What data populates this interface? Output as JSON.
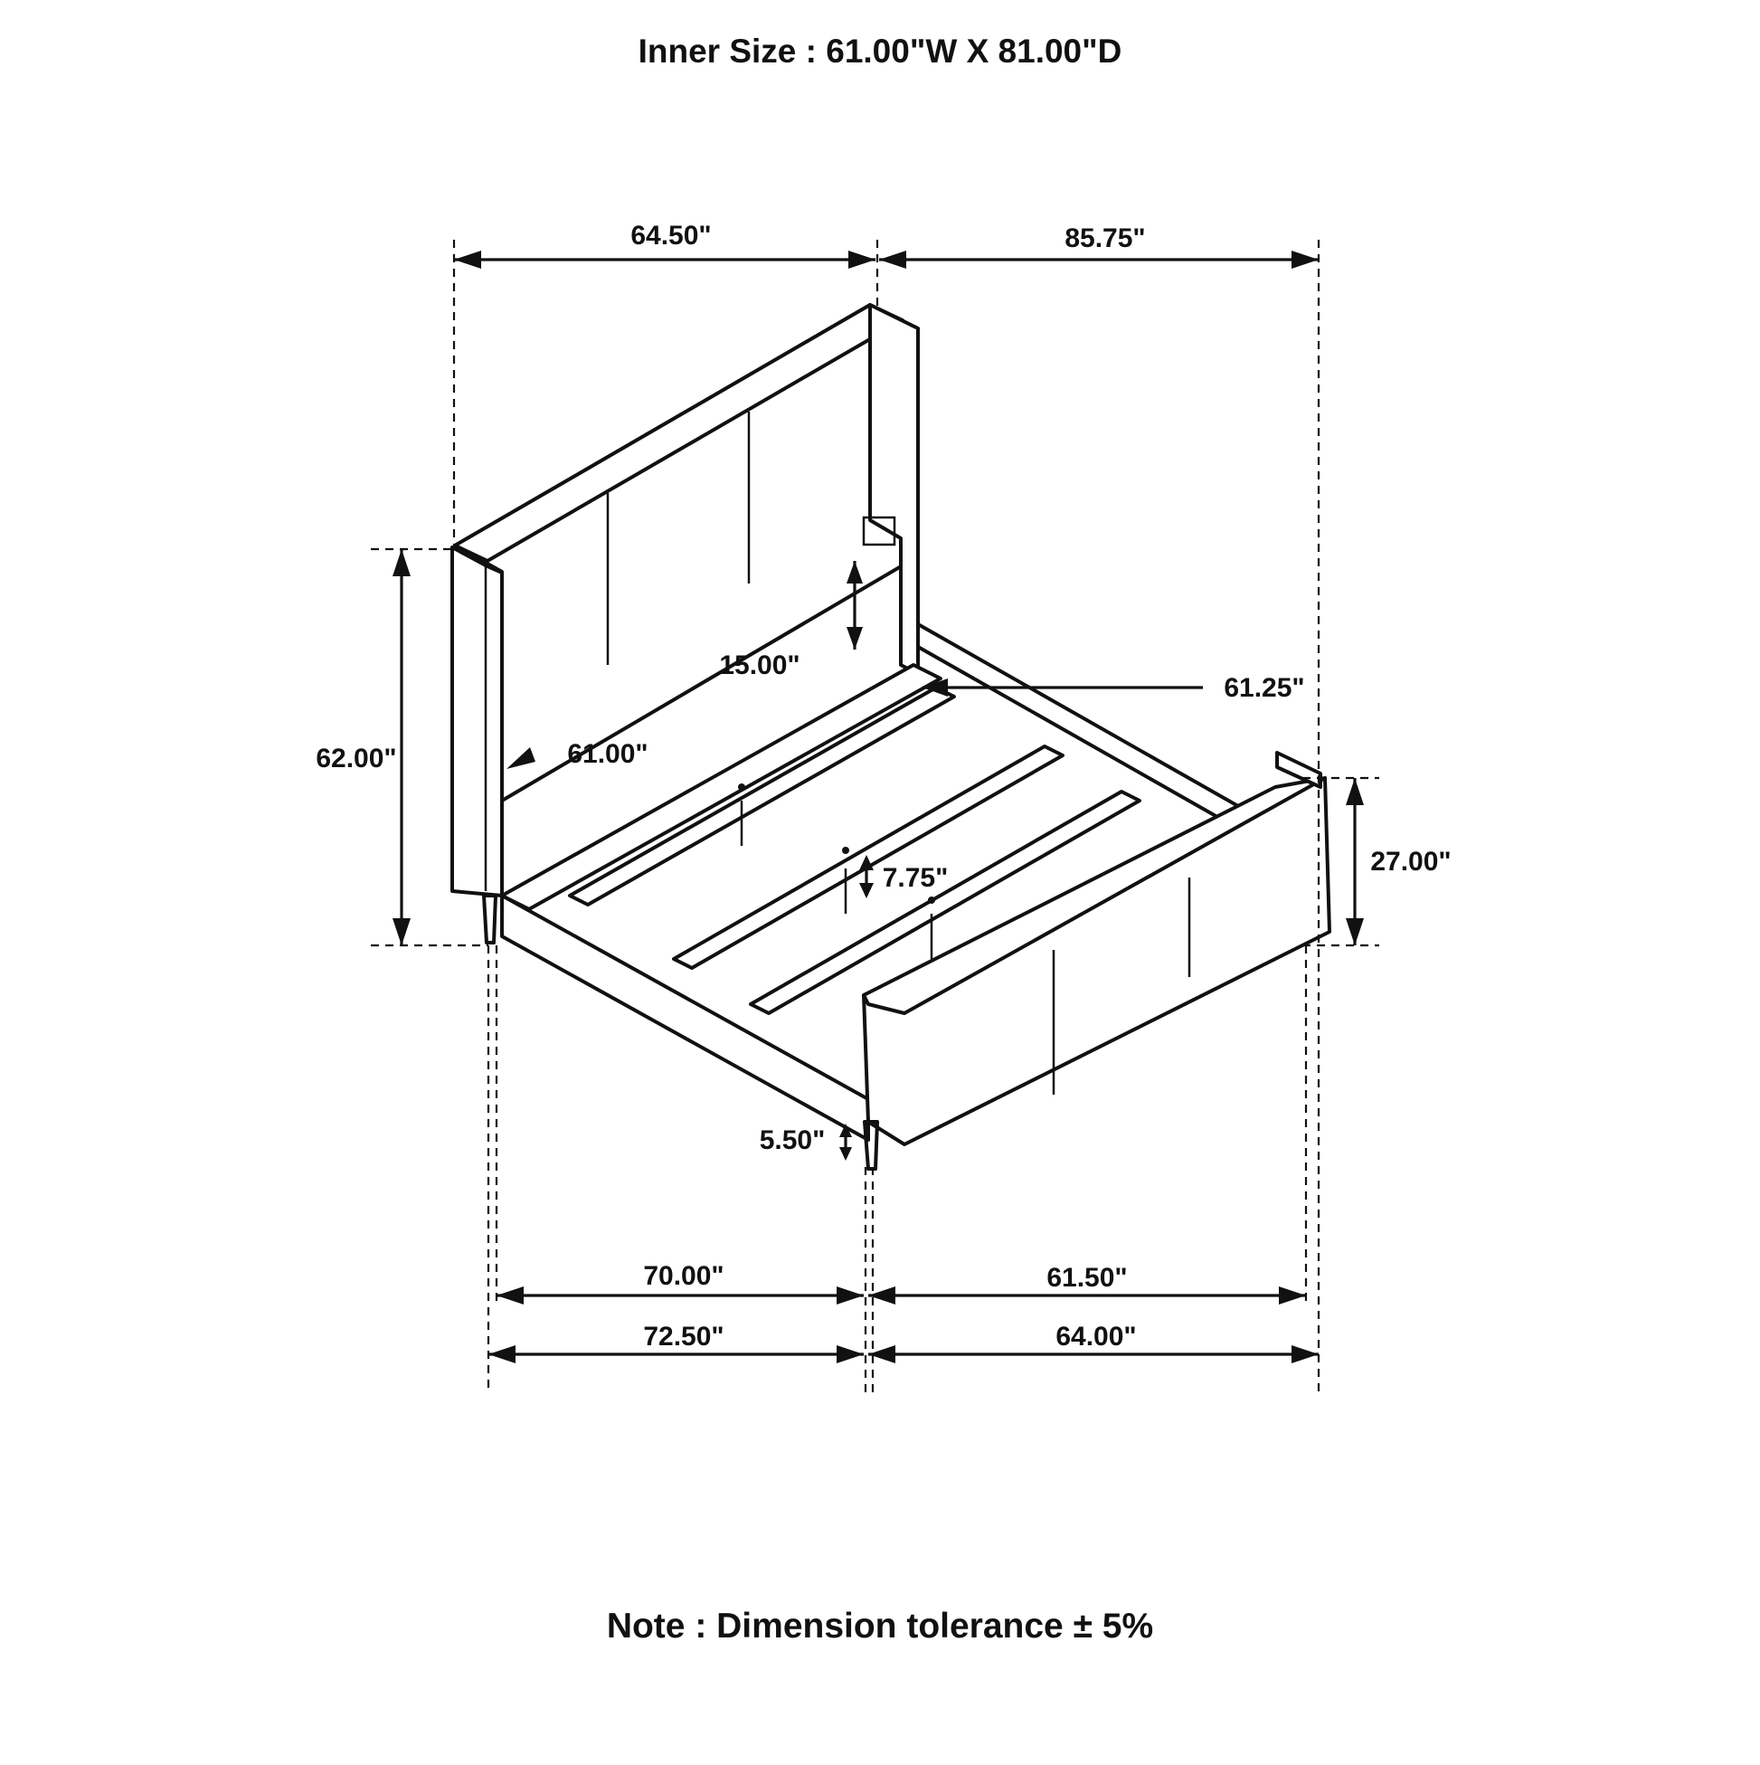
{
  "title": "Inner Size : 61.00\"W X 81.00\"D",
  "note": "Note : Dimension tolerance ± 5%",
  "dimensions": {
    "top_width": "64.50\"",
    "top_depth": "85.75\"",
    "headboard_height": "62.00\"",
    "rail_height_clearance": "15.00\"",
    "headboard_inner_width": "61.00\"",
    "side_rail_length": "61.25\"",
    "footboard_height": "27.00\"",
    "slat_clearance": "7.75\"",
    "leg_height": "5.50\"",
    "inner_length": "70.00\"",
    "outer_length": "72.50\"",
    "inner_width_bottom": "61.50\"",
    "outer_width_bottom": "64.00\""
  }
}
